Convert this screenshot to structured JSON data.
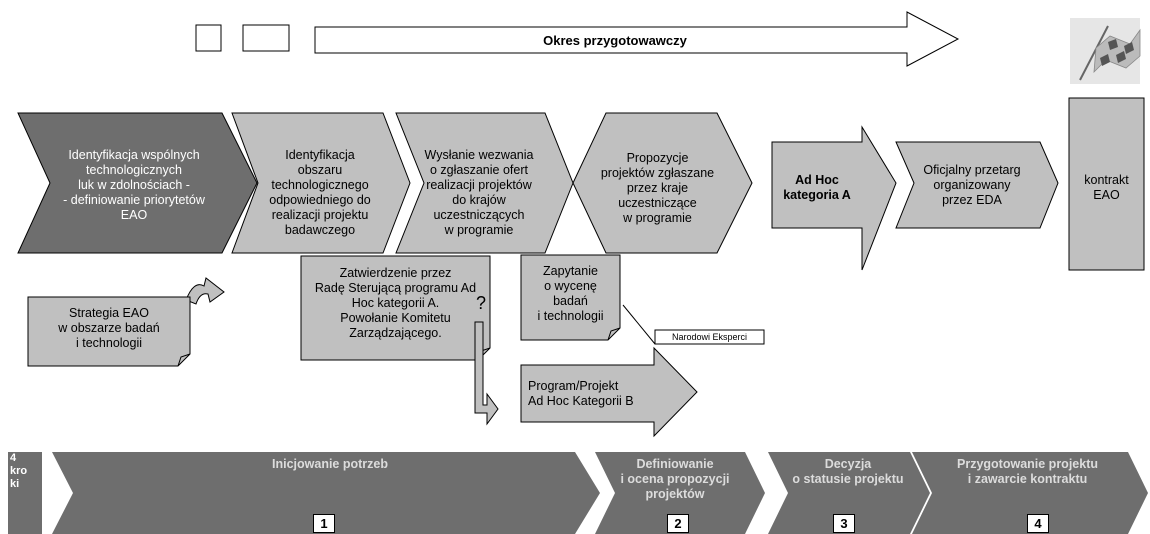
{
  "colors": {
    "dark_fill": "#6e6e6e",
    "light_fill": "#c0c0c0",
    "stroke": "#000000",
    "white_text": "#ffffff"
  },
  "timeline": {
    "label": "Okres przygotowawczy",
    "finish_icon": "checkered-flag-icon"
  },
  "steps": [
    {
      "id": "identyfikacja-luk",
      "text": "Identyfikacja wspólnych\ntechnologicznych\nluk w zdolnościach -\n- definiowanie priorytetów\nEAO"
    },
    {
      "id": "identyfikacja-obszaru",
      "text": "Identyfikacja\nobszaru\ntechnologicznego\nodpowiedniego do\nrealizacji projektu\nbadawczego"
    },
    {
      "id": "wyslanie-wezwania",
      "text": "Wysłanie wezwania\no zgłaszanie ofert\nrealizacji projektów\ndo krajów\nuczestniczących\nw programie"
    },
    {
      "id": "propozycje",
      "text": "Propozycje\nprojektów zgłaszane\nprzez kraje\nuczestniczące\nw programie"
    },
    {
      "id": "ad-hoc-a",
      "text": "Ad Hoc\nkategoria A"
    },
    {
      "id": "przetarg",
      "text": "Oficjalny przetarg\norganizowany\nprzez EDA"
    },
    {
      "id": "kontrakt",
      "text": "kontrakt\nEAO"
    }
  ],
  "notes": {
    "strategia": "Strategia EAO\nw obszarze badań\ni technologii",
    "zatwierdzenie": "Zatwierdzenie przez\nRadę Sterującą programu Ad\nHoc kategorii A.\nPowołanie Komitetu\nZarządzającego.",
    "question_mark": "?",
    "zapytanie": "Zapytanie\no wycenę\nbadań\ni technologii",
    "narodowi_eksperci": "Narodowi Eksperci",
    "program_b": "Program/Projekt\nAd Hoc Kategorii B"
  },
  "phases": {
    "steps_label": "4\nkro\nki",
    "items": [
      {
        "label": "Inicjowanie potrzeb",
        "number": "1"
      },
      {
        "label": "Definiowanie\ni ocena propozycji\nprojektów",
        "number": "2"
      },
      {
        "label": "Decyzja\no statusie projektu",
        "number": "3"
      },
      {
        "label": "Przygotowanie projektu\ni zawarcie kontraktu",
        "number": "4"
      }
    ]
  }
}
